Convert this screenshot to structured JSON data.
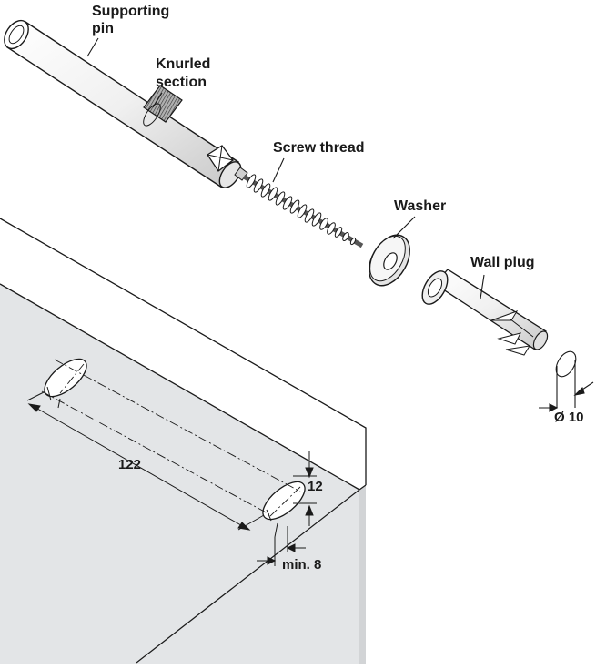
{
  "labels": {
    "supporting_pin_line1": "Supporting",
    "supporting_pin_line2": "pin",
    "knurled_line1": "Knurled",
    "knurled_line2": "section",
    "screw_thread": "Screw thread",
    "washer": "Washer",
    "wall_plug": "Wall plug"
  },
  "dimensions": {
    "spacing": "122",
    "hole_height": "12",
    "min_depth": "min. 8",
    "diameter": "Ø 10"
  },
  "colors": {
    "line": "#1a1a1a",
    "shelf_face": "#e3e5e7",
    "shelf_top": "#ffffff"
  }
}
